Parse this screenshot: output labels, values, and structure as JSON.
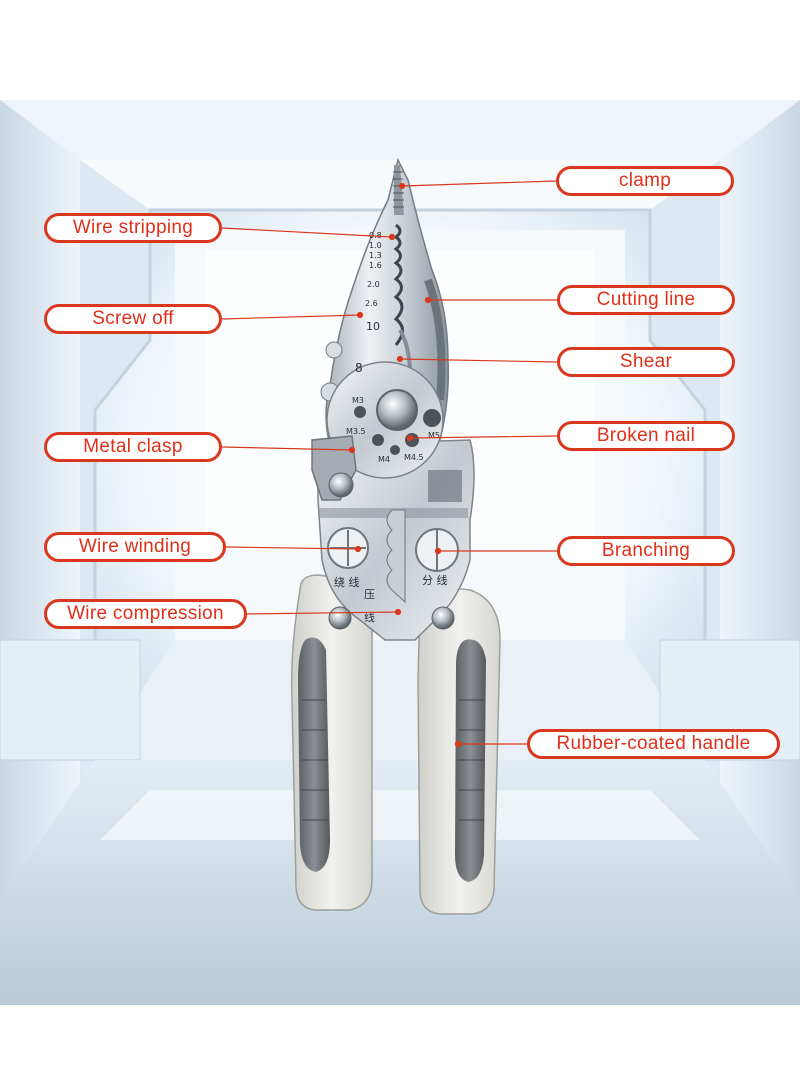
{
  "labels": {
    "clamp": "clamp",
    "wire_stripping": "Wire stripping",
    "cutting_line": "Cutting line",
    "screw_off": "Screw off",
    "shear": "Shear",
    "metal_clasp": "Metal clasp",
    "broken_nail": "Broken nail",
    "wire_winding": "Wire winding",
    "branching": "Branching",
    "wire_compression": "Wire compression",
    "rubber_handle": "Rubber-coated handle"
  },
  "tool_markings": {
    "gauges": [
      "0.8",
      "1.0",
      "1.3",
      "1.6",
      "2.0",
      "2.6"
    ],
    "size_10": "10",
    "size_8": "8",
    "m3": "M3",
    "m35": "M3.5",
    "m4": "M4",
    "m45": "M4.5",
    "m5": "M5",
    "cn_winding": "绕 线",
    "cn_branch": "分 线",
    "cn_press1": "压",
    "cn_press2": "线"
  },
  "colors": {
    "callout_border": "#d9381e",
    "callout_text": "#e0301a",
    "leader_line": "#d9381e"
  }
}
